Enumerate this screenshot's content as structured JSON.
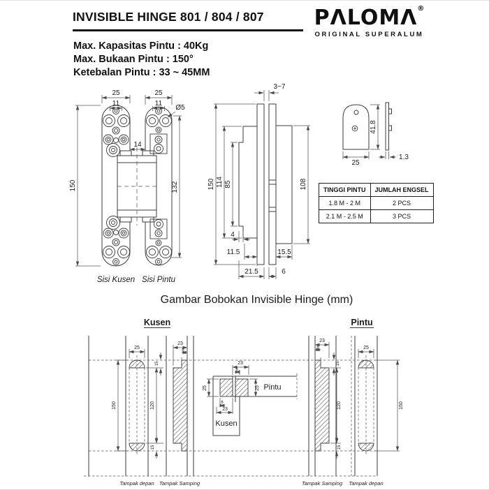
{
  "colors": {
    "ink": "#111111",
    "line": "#3c3c3c",
    "dim_line": "#555555",
    "background": "#ffffff"
  },
  "header": {
    "title": "INVISIBLE HINGE 801 / 804 / 807",
    "logo_text": "PΛLOMΛ",
    "registered_mark": "®",
    "tagline": "ORIGINAL SUPERALUM",
    "specs": [
      "Max. Kapasitas Pintu : 40Kg",
      "Max. Bukaan Pintu : 150°",
      "Ketebalan Pintu : 33 ~ 45MM"
    ]
  },
  "front_view": {
    "dim_width_kusen": "25",
    "dim_width_pintu": "25",
    "dim_holes_kusen": "11",
    "dim_holes_pintu": "11",
    "dim_gap": "14",
    "dim_height_kusen": "150",
    "dim_height_pintu": "132",
    "dim_hole_diameter": "Ø5",
    "label_kusen": "Sisi Kusen",
    "label_pintu": "Sisi Pintu"
  },
  "side_view": {
    "dim_door_gap": "3~7",
    "dim_total_height": "150",
    "dim_plate_height": "114",
    "dim_inner_height": "85",
    "dim_door_plate_height": "108",
    "dim_step": "4",
    "dim_kusen_depth": "11.5",
    "dim_pintu_depth": "15.5",
    "dim_total_kusen": "21.5",
    "dim_total_pintu": "6"
  },
  "cap_view": {
    "dim_height": "41.8",
    "dim_width": "25",
    "dim_thickness": "1.3"
  },
  "hinge_table": {
    "headers": [
      "TINGGI PINTU",
      "JUMLAH ENGSEL"
    ],
    "rows": [
      [
        "1.8 M - 2 M",
        "2 PCS"
      ],
      [
        "2.1 M - 2.5 M",
        "3 PCS"
      ]
    ]
  },
  "caption": "Gambar Bobokan Invisible Hinge (mm)",
  "mortise": {
    "kusen_header": "Kusen",
    "pintu_header": "Pintu",
    "kusen_front": {
      "dim_width": "25",
      "dim_height": "150",
      "label": "Tampak depan"
    },
    "kusen_side": {
      "dim_depth": "23",
      "dim_lip": "6",
      "dim_top": "15",
      "dim_middle": "120",
      "dim_bottom": "15",
      "label": "Tampak Samping"
    },
    "plan": {
      "dim_top_depth": "23",
      "dim_top_lip": "6",
      "dim_left_width": "25",
      "dim_right_width": "25",
      "dim_bottom_lip": "6",
      "dim_bottom_depth": "23",
      "label_pintu": "Pintu",
      "label_kusen": "Kusen"
    },
    "pintu_side": {
      "dim_depth": "23",
      "dim_lip": "6",
      "dim_top": "15",
      "dim_middle": "120",
      "dim_bottom": "15",
      "label": "Tampak Samping"
    },
    "pintu_front": {
      "dim_width": "25",
      "dim_height": "150",
      "label": "Tampak depan"
    }
  }
}
